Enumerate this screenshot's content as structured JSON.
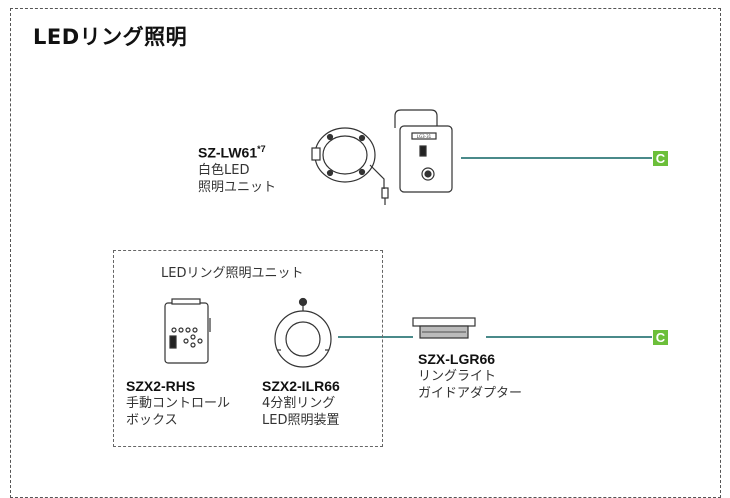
{
  "title": "LEDリング照明",
  "sz_lw61": {
    "model": "SZ-LW61",
    "footnote": "*7",
    "line1": "白色LED",
    "line2": "照明ユニット",
    "panel_label": "LG3-31"
  },
  "group": {
    "title": "LEDリング照明ユニット"
  },
  "szx2_rhs": {
    "model": "SZX2-RHS",
    "line1": "手動コントロール",
    "line2": "ボックス"
  },
  "szx2_ilr66": {
    "model": "SZX2-ILR66",
    "line1": "4分割リング",
    "line2": "LED照明装置"
  },
  "szx_lgr66": {
    "model": "SZX-LGR66",
    "line1": "リングライト",
    "line2": "ガイドアダプター"
  },
  "connector_top": "C",
  "connector_bottom": "C",
  "colors": {
    "connector_line": "#4a8a8a",
    "marker": "#6cbf3a"
  }
}
